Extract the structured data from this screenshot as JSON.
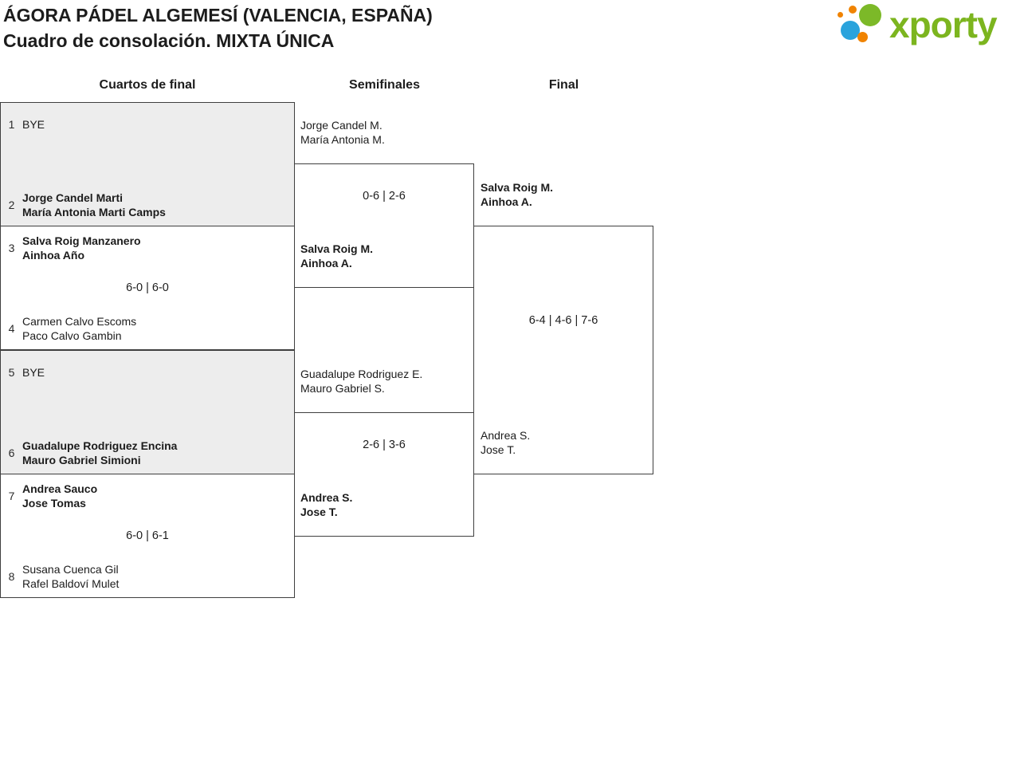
{
  "header": {
    "title_line1": "ÁGORA PÁDEL ALGEMESÍ (VALENCIA, ESPAÑA)",
    "title_line2": "Cuadro de consolación. MIXTA ÚNICA"
  },
  "logo": {
    "text": "xporty",
    "green": "#7cb928",
    "blue": "#2aa3dc",
    "orange": "#f08300"
  },
  "rounds": {
    "r1": "Cuartos de final",
    "r2": "Semifinales",
    "r3": "Final"
  },
  "bracket": {
    "qf": [
      {
        "bye": true,
        "top_seed": "1",
        "top_name1": "BYE",
        "top_name2": "",
        "top_bold": false,
        "score": "",
        "bottom_seed": "2",
        "bottom_name1": "Jorge Candel Marti",
        "bottom_name2": "María Antonia Marti Camps",
        "bottom_bold": true
      },
      {
        "bye": false,
        "top_seed": "3",
        "top_name1": "Salva Roig Manzanero",
        "top_name2": "Ainhoa Año",
        "top_bold": true,
        "score": "6-0 | 6-0",
        "bottom_seed": "4",
        "bottom_name1": "Carmen Calvo Escoms",
        "bottom_name2": "Paco Calvo Gambin",
        "bottom_bold": false
      },
      {
        "bye": true,
        "top_seed": "5",
        "top_name1": "BYE",
        "top_name2": "",
        "top_bold": false,
        "score": "",
        "bottom_seed": "6",
        "bottom_name1": "Guadalupe Rodriguez Encina",
        "bottom_name2": "Mauro Gabriel Simioni",
        "bottom_bold": true
      },
      {
        "bye": false,
        "top_seed": "7",
        "top_name1": "Andrea Sauco",
        "top_name2": "Jose Tomas",
        "top_bold": true,
        "score": "6-0 | 6-1",
        "bottom_seed": "8",
        "bottom_name1": "Susana Cuenca Gil",
        "bottom_name2": "Rafel Baldoví Mulet",
        "bottom_bold": false
      }
    ],
    "sf": [
      {
        "top_name1": "Jorge Candel M.",
        "top_name2": "María Antonia M.",
        "top_bold": false,
        "score": "0-6 | 2-6",
        "bottom_name1": "Salva Roig M.",
        "bottom_name2": "Ainhoa A.",
        "bottom_bold": true
      },
      {
        "top_name1": "Guadalupe Rodriguez E.",
        "top_name2": "Mauro Gabriel S.",
        "top_bold": false,
        "score": "2-6 | 3-6",
        "bottom_name1": "Andrea S.",
        "bottom_name2": "Jose T.",
        "bottom_bold": true
      }
    ],
    "final": {
      "top_name1": "Salva Roig M.",
      "top_name2": "Ainhoa A.",
      "top_bold": true,
      "score": "6-4 | 4-6 | 7-6",
      "bottom_name1": "Andrea S.",
      "bottom_name2": "Jose T.",
      "bottom_bold": false
    }
  }
}
